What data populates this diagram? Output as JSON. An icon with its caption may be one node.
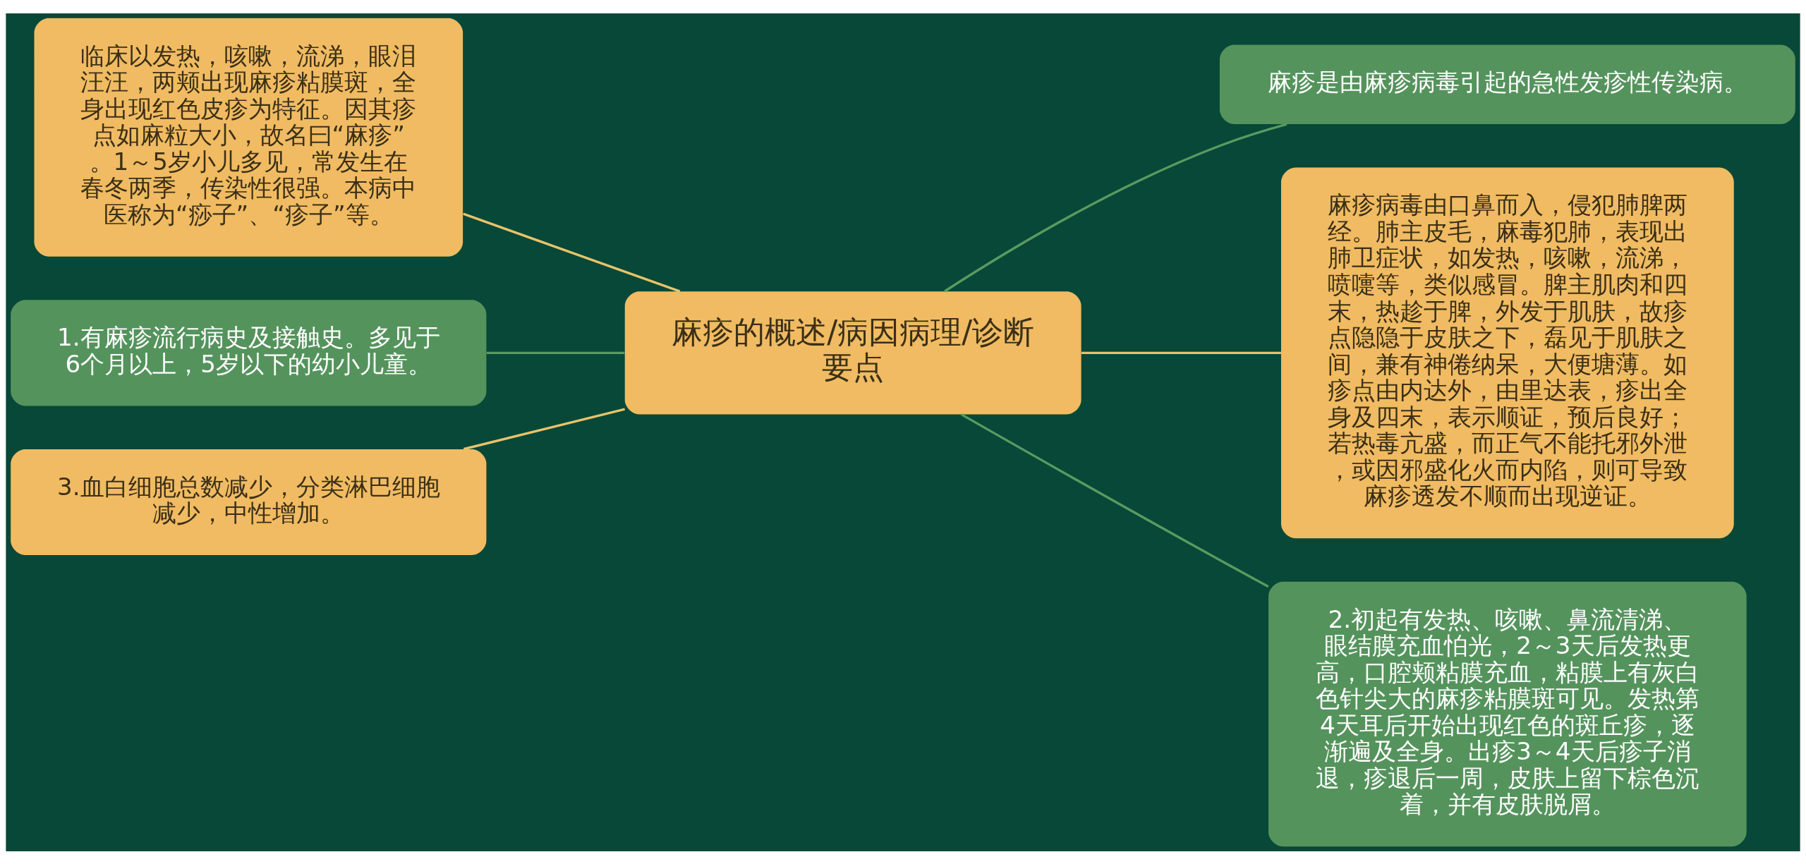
{
  "diagram": {
    "nodes": [
      {
        "text": [
          "麻疹的概述/病因病理/诊断要点"
        ]
      },
      {
        "text": [
          "临床以发热，咳嗽，流涕，眼泪汪汪，两颊出现麻疹粘膜斑，全身出现红色皮疹为特征。因其疹点如麻粒大小，故名曰“麻疹”。1～5岁小儿多见，常发生在春冬两季，传染性很强。本病中医称为“痧子”、“疹子”等。"
        ]
      },
      {
        "text": [
          "1.有麻疹流行病史及接触史。多见于6个月以上，5岁以下的幼小儿童。"
        ]
      },
      {
        "text": [
          "3.血白细胞总数减少，分类淋巴细胞减少，中性增加。"
        ]
      },
      {
        "text": [
          "麻疹是由麻疹病毒引起的急性发疹性传染病。"
        ]
      },
      {
        "text": [
          "麻疹病毒由口鼻而入，侵犯肺脾两经。肺主皮毛，麻毒犯肺，表现出肺卫症状，如发热，咳嗽，流涕，喷嚏等，类似感冒。脾主肌肉和四末，热趁于脾，外发于肌肤，故疹点隐隐于皮肤之下，磊见于肌肤之间，兼有神倦纳呆，大便塘薄。如疹点由内达外，由里达表，疹出全身及四末，表示顺证，预后良好；若热毒亢盛，而正气不能托邪外泄，或因邪盛化火而内陷，则可导致麻疹透发不顺而出现逆证。"
        ]
      },
      {
        "text": [
          "2.初起有发热、咳嗽、鼻流清涕、眼结膜充血怕光，2～3天后发热更高，口腔颊粘膜充血，粘膜上有灰白色针尖大的麻疹粘膜斑可见。发热第4天耳后开始出现红色的斑丘疹，逐渐遍及全身。出疹3～4天后疹子消退，疹退后一周，皮肤上留下棕色沉着，并有皮肤脱屑。"
        ]
      }
    ],
    "edges": [
      {
        "from": 0,
        "to": 1,
        "arrow": "none"
      },
      {
        "from": 0,
        "to": 2,
        "arrow": "none",
        "color": "#5a9a60"
      },
      {
        "from": 0,
        "to": 3,
        "arrow": "none"
      },
      {
        "from": 0,
        "to": 4,
        "arrow": "none",
        "color": "#5a9a60"
      },
      {
        "from": 0,
        "to": 5,
        "arrow": "none"
      },
      {
        "from": 0,
        "to": 6,
        "arrow": "none",
        "color": "#5a9a60"
      }
    ]
  }
}
